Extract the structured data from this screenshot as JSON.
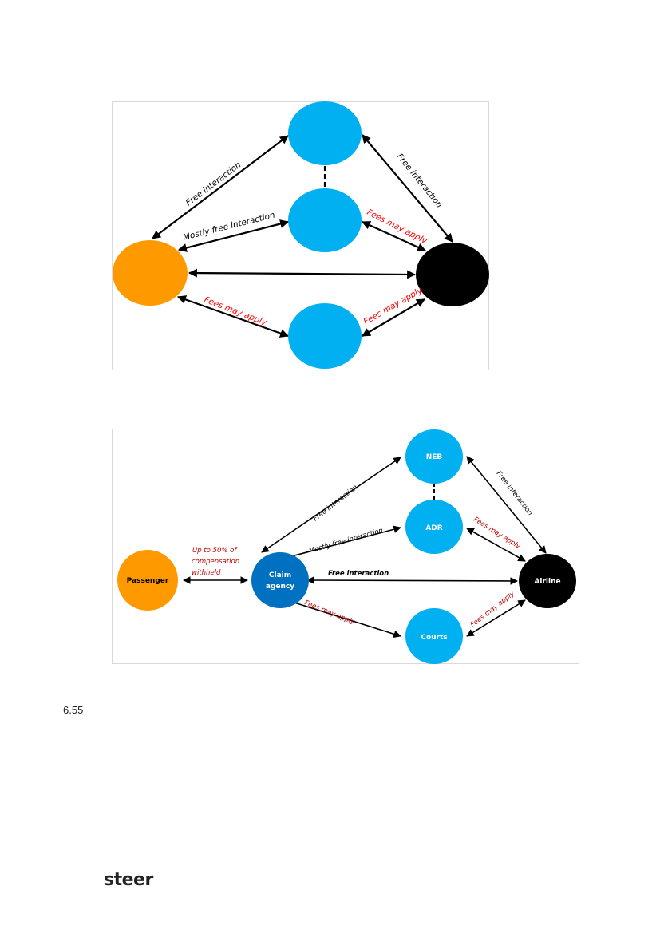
{
  "diagram1": {
    "labels": {
      "passenger_top": "Free interaction",
      "passenger_mid": "Mostly free interaction",
      "mid_airline": "Fees may apply",
      "top_airline": "Free interaction",
      "passenger_bottom": "Fees may apply",
      "bottom_airline": "Fees may apply"
    }
  },
  "diagram2": {
    "nodes": {
      "passenger": "Passenger",
      "claim_agency_line1": "Claim",
      "claim_agency_line2": "agency",
      "neb": "NEB",
      "adr": "ADR",
      "courts": "Courts",
      "airline": "Airline"
    },
    "labels": {
      "withheld_line1": "Up to 50% of",
      "withheld_line2": "compensation",
      "withheld_line3": "withheld",
      "agency_neb": "Free interaction",
      "agency_adr": "Mostly free interaction",
      "agency_airline": "Free interaction",
      "adr_airline": "Fees may apply",
      "neb_airline": "Free interaction",
      "agency_courts": "Fees may apply",
      "courts_airline": "Fees may apply"
    }
  },
  "colors": {
    "light_blue": "#00b0f0",
    "dark_blue": "#0070c0",
    "orange": "#ff9900",
    "black": "#000000",
    "fee_red": "#ff0000",
    "fee_dark_red": "#c00000"
  },
  "paragraph_number": "6.55",
  "logo": "steer"
}
